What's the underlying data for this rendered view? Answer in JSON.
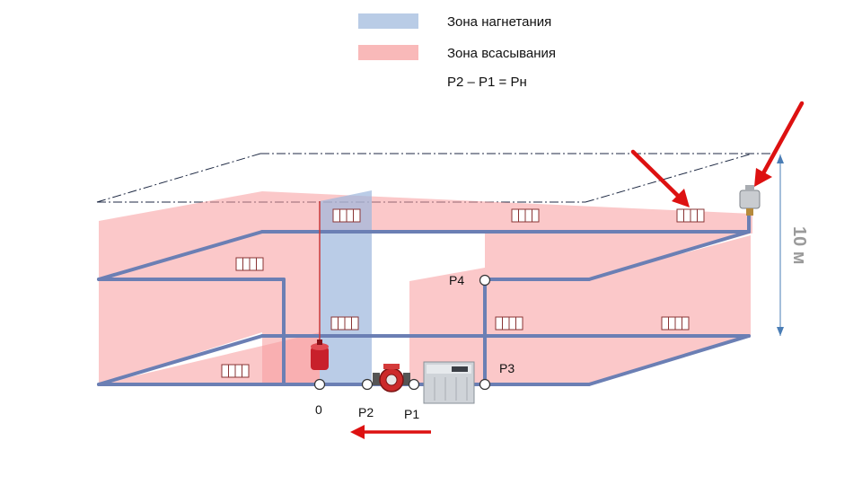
{
  "legend": {
    "pressure_zone": {
      "label": "Зона нагнетания",
      "color": "#b9cce6"
    },
    "suction_zone": {
      "label": "Зона всасывания",
      "color": "#f9b9b9"
    },
    "formula": "P2 – P1 = Pн"
  },
  "points": {
    "zero": "0",
    "p1": "P1",
    "p2": "P2",
    "p3": "P3",
    "p4": "P4"
  },
  "height": "10 м",
  "colors": {
    "pipe": "#6b7fb4",
    "arrow": "#dd1111",
    "radiator": "#8a3434",
    "guide": "#1f2a44",
    "dimension": "#4a7db5"
  }
}
